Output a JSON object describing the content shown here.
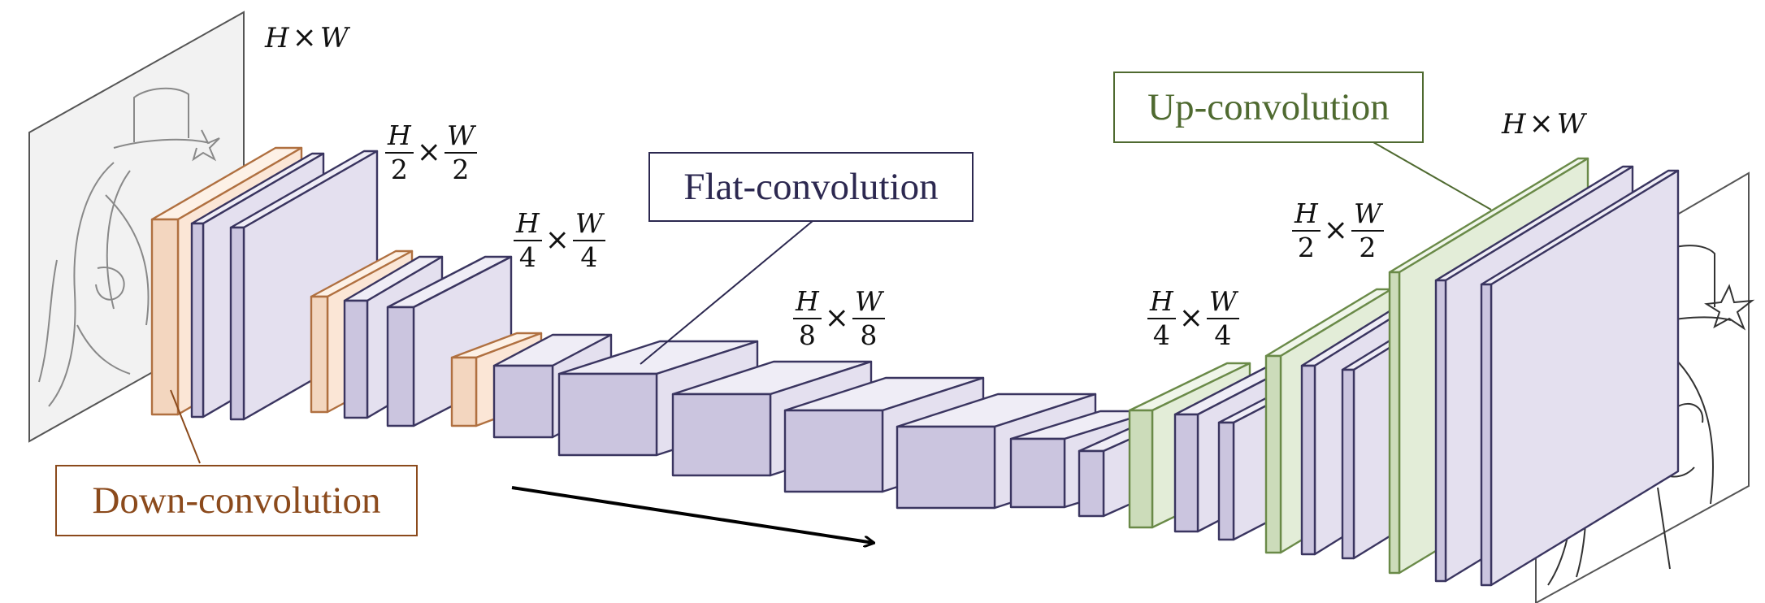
{
  "labels": {
    "down": "Down-convolution",
    "flat": "Flat-convolution",
    "up": "Up-convolution"
  },
  "dims": {
    "h": "H",
    "w": "W",
    "times": "×",
    "d2": "2",
    "d4": "4",
    "d8": "8"
  },
  "colors": {
    "down_face": "#fbe6d6",
    "down_edge": "#b07040",
    "flat_face": "#e4e0ef",
    "flat_edge": "#3a3560",
    "up_face": "#e3edd8",
    "up_edge": "#6a8a48",
    "down_text": "#8b4a1c",
    "flat_text": "#2c2850",
    "up_text": "#4f6a30"
  }
}
